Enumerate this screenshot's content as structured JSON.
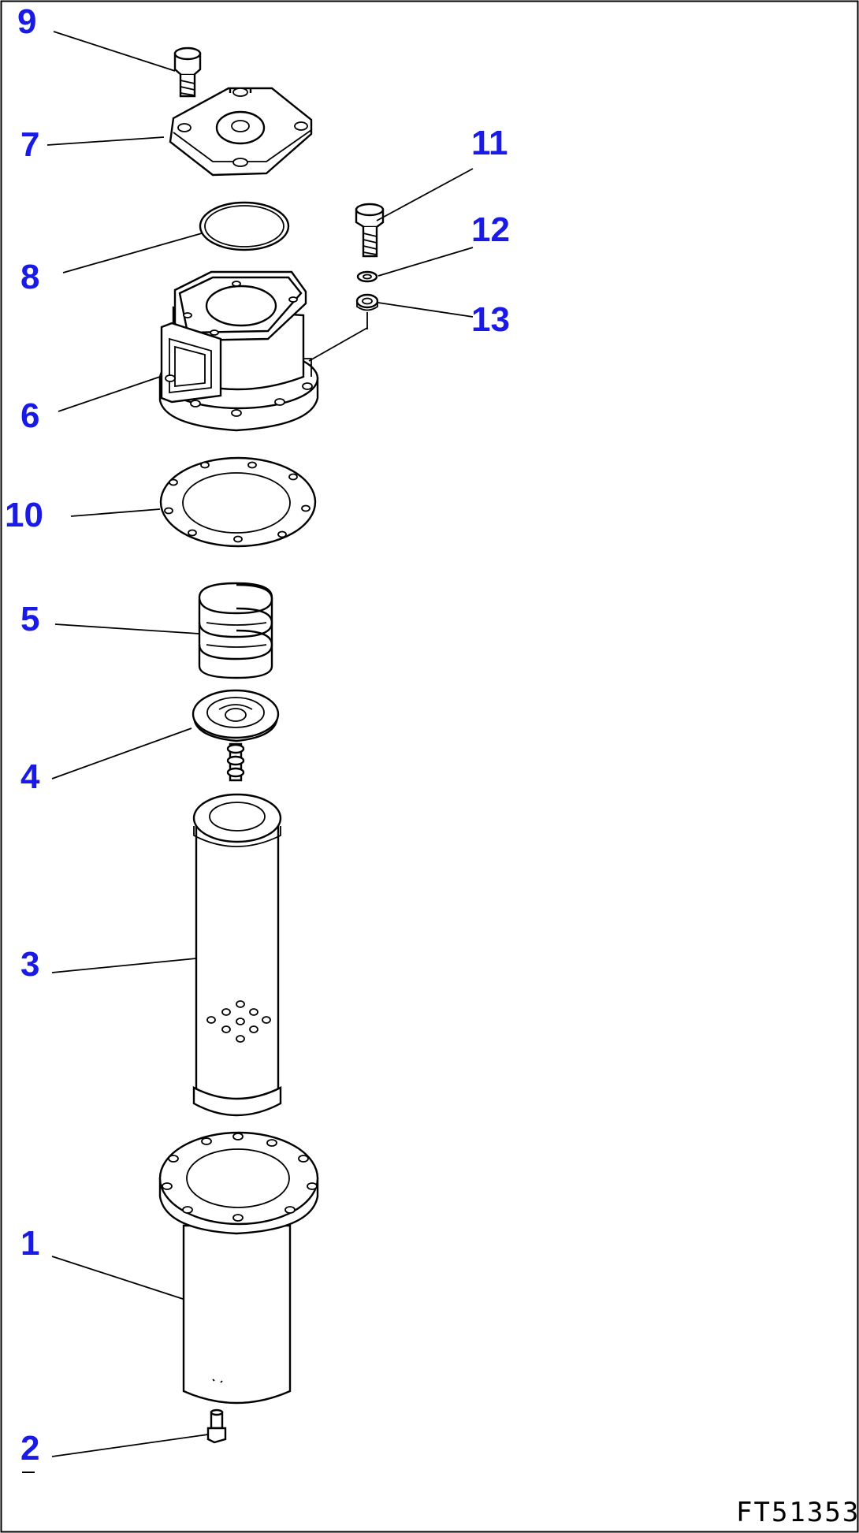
{
  "drawing": {
    "code": "FT51353"
  },
  "callouts": {
    "c1": "1",
    "c2": "2",
    "c3": "3",
    "c4": "4",
    "c5": "5",
    "c6": "6",
    "c7": "7",
    "c8": "8",
    "c9": "9",
    "c10": "10",
    "c11": "11",
    "c12": "12",
    "c13": "13"
  },
  "colors": {
    "callout": "#1a1ae6",
    "line": "#000000",
    "background": "#ffffff"
  }
}
